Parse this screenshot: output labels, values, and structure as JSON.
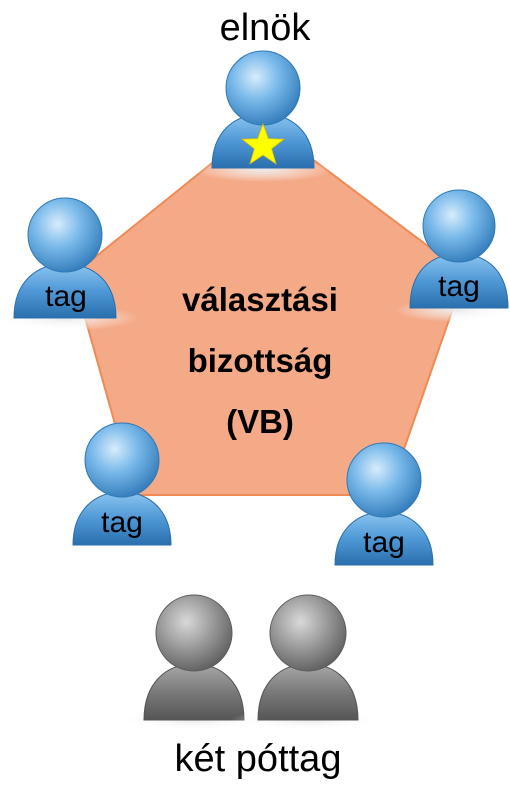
{
  "chair": {
    "label": "elnök",
    "badge_icon": "star-icon"
  },
  "committee": {
    "line1": "választási",
    "line2": "bizottság",
    "line3": "(VB)",
    "fill_color": "#f4a987",
    "stroke_color": "#f08a55"
  },
  "members": [
    {
      "label": "tag"
    },
    {
      "label": "tag"
    },
    {
      "label": "tag"
    },
    {
      "label": "tag"
    }
  ],
  "substitutes": {
    "label": "két póttag",
    "count": 2
  },
  "colors": {
    "member_blue": "#5aa3dc",
    "member_blue_dark": "#2f79b8",
    "substitute_gray": "#7d7d7d",
    "star": "#ffff00"
  }
}
